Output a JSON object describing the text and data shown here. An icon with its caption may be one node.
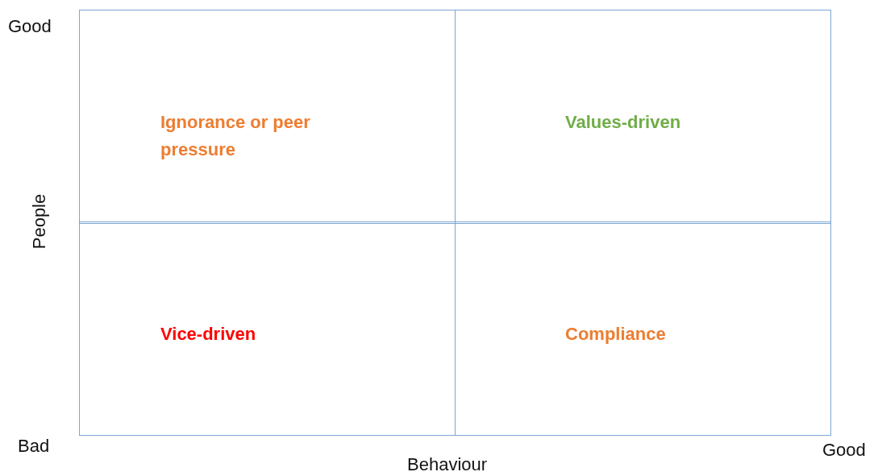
{
  "diagram": {
    "nodes": [
      {
        "text": [
          "Ignorance or peer pressure"
        ]
      },
      {
        "text": [
          "Values-driven"
        ]
      },
      {
        "text": [
          "Vice-driven"
        ]
      },
      {
        "text": [
          "Compliance"
        ]
      }
    ],
    "labels": [
      "Good",
      "People",
      "Bad",
      "Behaviour",
      "Good"
    ]
  }
}
